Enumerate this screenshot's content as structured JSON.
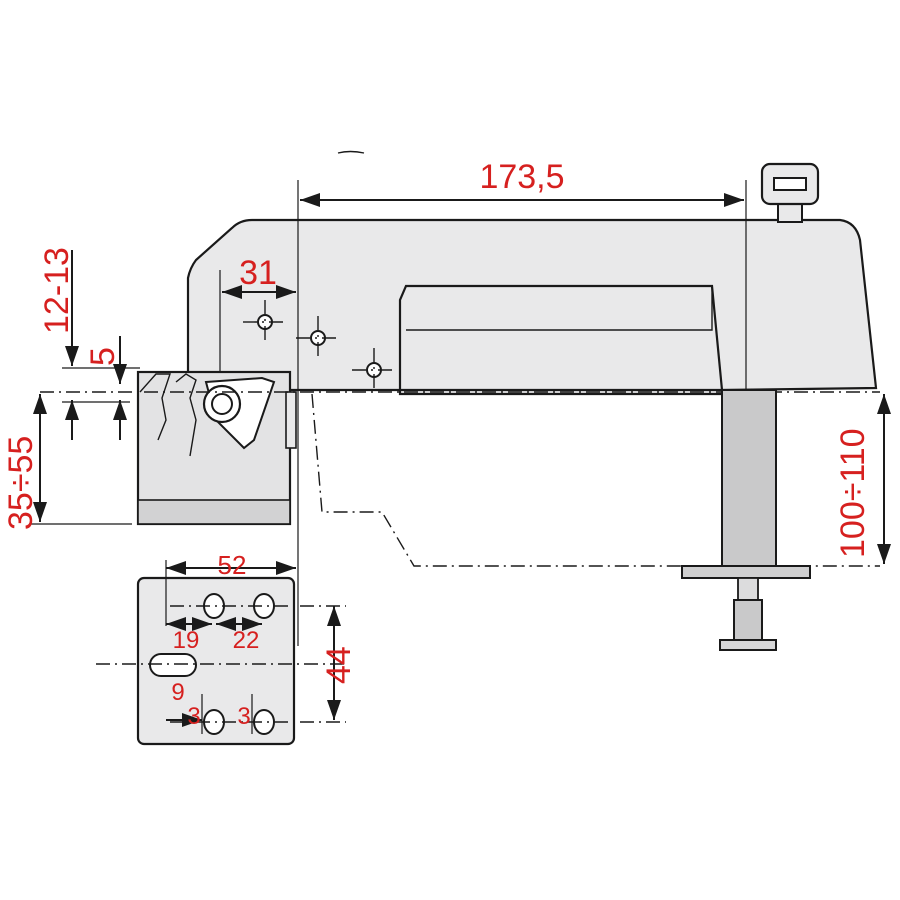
{
  "dimensions": {
    "length_top": "173,5",
    "offset_31": "31",
    "range_12_13": "12-13",
    "gap_5": "5",
    "range_35_55": "35÷55",
    "range_100_110": "100÷110",
    "width_52": "52",
    "spacing_19": "19",
    "spacing_22": "22",
    "height_44": "44",
    "slot_9": "9",
    "slot_3_left": "3",
    "slot_3_right": "3"
  }
}
